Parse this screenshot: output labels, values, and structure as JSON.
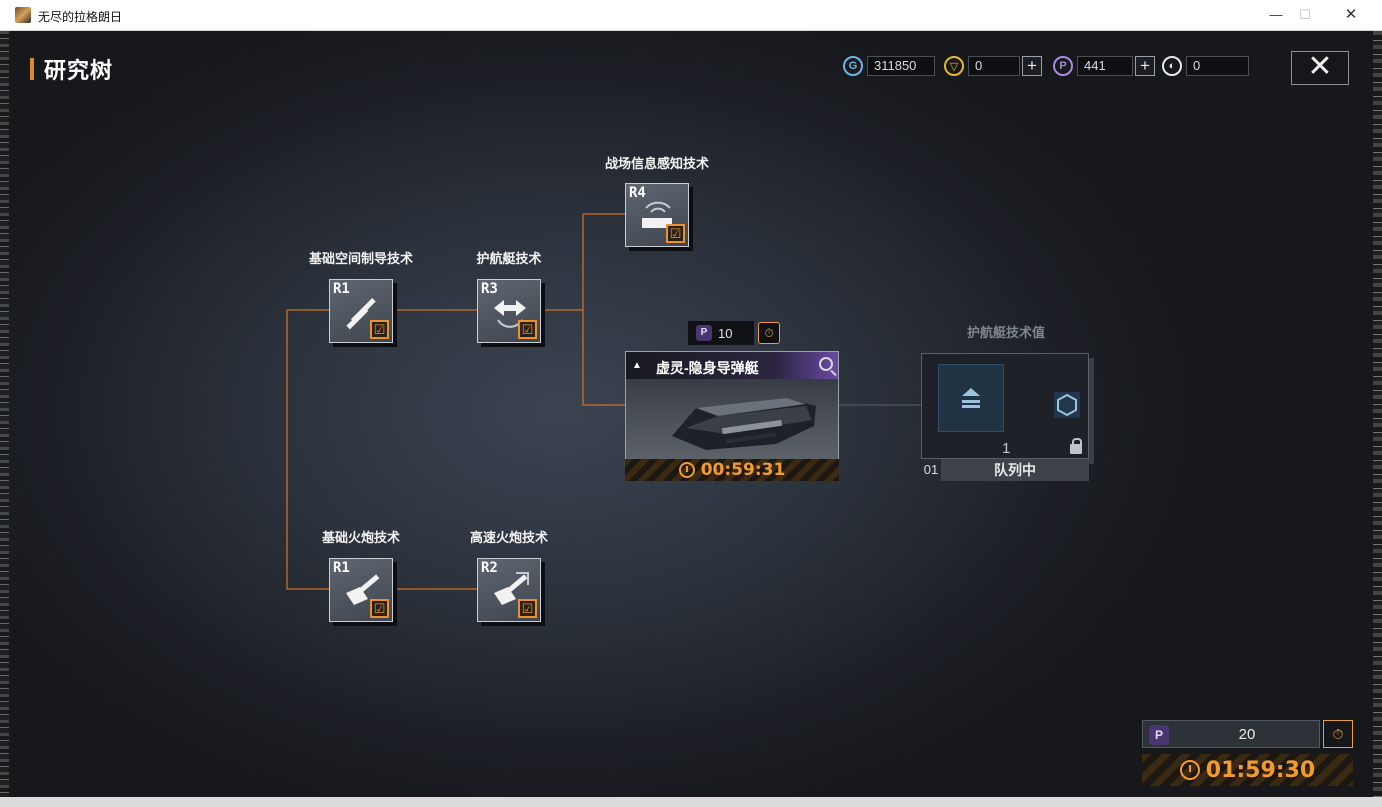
{
  "window": {
    "title": "无尽的拉格朗日",
    "min": "—",
    "max": "☐",
    "close": "✕"
  },
  "page": {
    "title": "研究树"
  },
  "resources": [
    {
      "name": "refresh-currency",
      "value": "311850",
      "icon": "G",
      "color": "#6fb6e8",
      "has_plus": false
    },
    {
      "name": "gold-currency",
      "value": "0",
      "icon": "▽",
      "color": "#e8b82c",
      "has_plus": true
    },
    {
      "name": "purple-currency",
      "value": "441",
      "icon": "P",
      "color": "#a98be0",
      "has_plus": true
    },
    {
      "name": "white-currency",
      "value": "0",
      "icon": "◐",
      "color": "#e8e8e8",
      "has_plus": false
    }
  ],
  "plus": "+",
  "close_button": "✕",
  "tree": {
    "nodes": [
      {
        "id": "basic-space-guidance",
        "label": "基础空间制导技术",
        "rank": "R1",
        "checked": "☑"
      },
      {
        "id": "escort-tech",
        "label": "护航艇技术",
        "rank": "R3",
        "checked": "☑"
      },
      {
        "id": "battlefield-sensing",
        "label": "战场信息感知技术",
        "rank": "R4",
        "checked": "☑"
      },
      {
        "id": "basic-artillery",
        "label": "基础火炮技术",
        "rank": "R1",
        "checked": "☑"
      },
      {
        "id": "rapid-artillery",
        "label": "高速火炮技术",
        "rank": "R2",
        "checked": "☑"
      }
    ]
  },
  "active_research": {
    "cost": "10",
    "name": "虚灵-隐身导弹艇",
    "timer": "00:59:31"
  },
  "queue": {
    "title": "护航艇技术值",
    "count": "1",
    "slot": "01",
    "status": "队列中"
  },
  "bottom": {
    "cost": "20",
    "timer": "01:59:30"
  },
  "colors": {
    "accent": "#e9912d",
    "timer": "#f29a2e"
  }
}
